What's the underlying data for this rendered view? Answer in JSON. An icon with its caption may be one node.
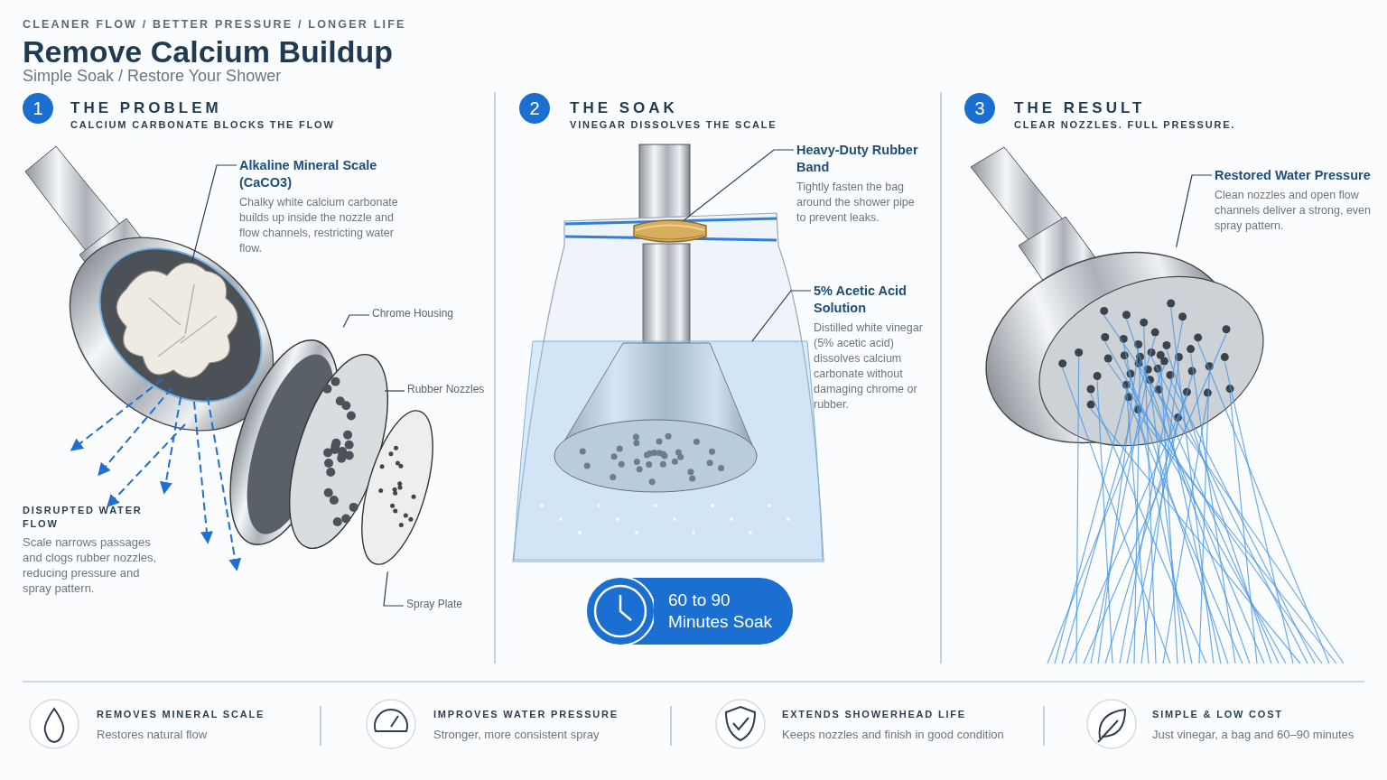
{
  "diagram": {
    "title": "Remove Calcium Buildup",
    "nodes": [
      {
        "text": [
          "1"
        ],
        "beside": [
          "THE PROBLEM",
          "CALCIUM CARBONATE BLOCKS THE FLOW"
        ]
      },
      {
        "text": [
          "2"
        ],
        "beside": [
          "THE SOAK",
          "VINEGAR DISSOLVES THE SCALE"
        ]
      },
      {
        "text": [
          "3"
        ],
        "beside": [
          "THE RESULT",
          "CLEAR NOZZLES. FULL PRESSURE."
        ]
      },
      {
        "text": [
          "Alkaline Mineral Scale (CaCO3)",
          "Chalky white calcium carbonate builds up inside the nozzle and flow channels, restricting water flow."
        ]
      },
      {
        "text": [],
        "shape": "picture"
      },
      {
        "text": [
          "Chrome Housing"
        ]
      },
      {
        "text": [],
        "shape": "picture"
      },
      {
        "text": [
          "Rubber Nozzles"
        ]
      },
      {
        "text": [],
        "shape": "picture"
      },
      {
        "text": [
          "Spray Plate"
        ]
      },
      {
        "text": [],
        "shape": "picture"
      },
      {
        "text": [
          "Heavy-Duty Rubber Band",
          "Tightly fasten the bag around the shower pipe to prevent leaks."
        ]
      },
      {
        "text": [],
        "shape": "picture"
      },
      {
        "text": [
          "5% Acetic Acid Solution",
          "Distilled white vinegar (5% acetic acid) dissolves calcium carbonate without damaging chrome or rubber."
        ]
      },
      {
        "text": [],
        "shape": "picture"
      },
      {
        "text": [
          "Restored Water Pressure",
          "Clean nozzles and open flow channels deliver a strong, even spray pattern."
        ]
      },
      {
        "text": [],
        "shape": "picture"
      },
      {
        "text": [
          "60 to 90 Minutes Soak"
        ]
      }
    ],
    "edges": [
      {
        "from": 3,
        "to": 4,
        "arrow": "none"
      },
      {
        "from": 5,
        "to": 6,
        "arrow": "none"
      },
      {
        "from": 7,
        "to": 8,
        "arrow": "none"
      },
      {
        "from": 9,
        "to": 10,
        "arrow": "none"
      },
      {
        "from": 11,
        "to": 12,
        "arrow": "none"
      },
      {
        "from": 13,
        "to": 14,
        "arrow": "none"
      },
      {
        "from": 15,
        "to": 16,
        "arrow": "none"
      }
    ],
    "labels": [
      "CLEANER FLOW / BETTER PRESSURE / LONGER LIFE",
      "Simple Soak / Restore Your Shower",
      "DISRUPTED WATER FLOW",
      "Scale narrows passages and clogs rubber nozzles, reducing pressure and spray pattern.",
      "REMOVES MINERAL SCALE",
      "Restores natural flow",
      "IMPROVES WATER PRESSURE",
      "Stronger, more consistent spray",
      "EXTENDS SHOWERHEAD LIFE",
      "Keeps nozzles and finish in good condition",
      "SIMPLE & LOW COST",
      "Just vinegar, a bag and 60–90 minutes"
    ]
  }
}
